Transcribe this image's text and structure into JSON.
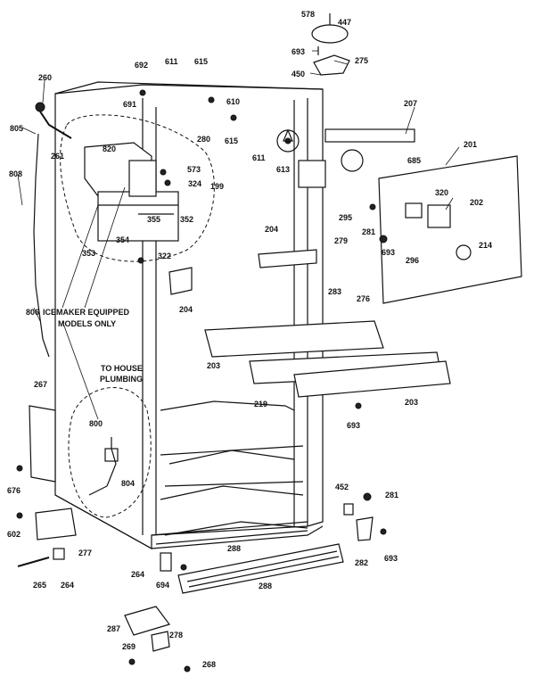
{
  "notes": {
    "icemaker_line1": "ICEMAKER EQUIPPED",
    "icemaker_line2": "MODELS ONLY",
    "plumbing_line1": "TO HOUSE",
    "plumbing_line2": "PLUMBING"
  },
  "part_numbers": {
    "p578": "578",
    "p447": "447",
    "p693a": "693",
    "p275": "275",
    "p450": "450",
    "p692": "692",
    "p611a": "611",
    "p615a": "615",
    "p691": "691",
    "p610": "610",
    "p207": "207",
    "p260": "260",
    "p280": "280",
    "p615b": "615",
    "p611b": "611",
    "p613": "613",
    "p805": "805",
    "p820": "820",
    "p261": "261",
    "p573": "573",
    "p324": "324",
    "p199": "199",
    "p685": "685",
    "p201": "201",
    "p808": "808",
    "p355": "355",
    "p352": "352",
    "p320": "320",
    "p202": "202",
    "p295": "295",
    "p354": "354",
    "p353": "353",
    "p204a": "204",
    "p279": "279",
    "p281a": "281",
    "p693b": "693",
    "p214": "214",
    "p296": "296",
    "p322": "322",
    "p283": "283",
    "p276": "276",
    "p806": "806",
    "p204b": "204",
    "p203a": "203",
    "p219": "219",
    "p203b": "203",
    "p267": "267",
    "p800": "800",
    "p693c": "693",
    "p804": "804",
    "p676": "676",
    "p452": "452",
    "p281b": "281",
    "p602": "602",
    "p277": "277",
    "p288a": "288",
    "p693d": "693",
    "p282": "282",
    "p265": "265",
    "p264a": "264",
    "p264b": "264",
    "p694": "694",
    "p288b": "288",
    "p287": "287",
    "p278": "278",
    "p269": "269",
    "p268": "268"
  }
}
